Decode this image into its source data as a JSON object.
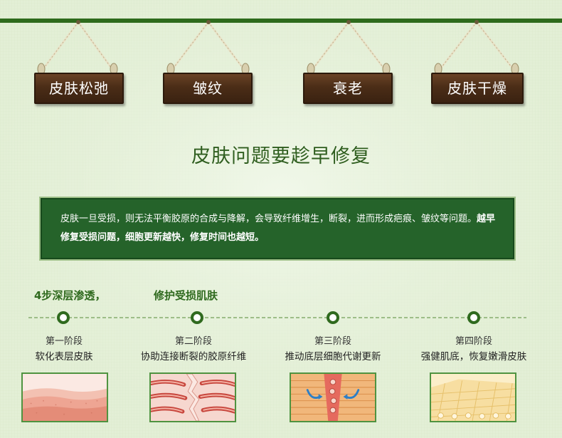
{
  "signs": [
    "皮肤松弛",
    "皱纹",
    "衰老",
    "皮肤干燥"
  ],
  "main_title": "皮肤问题要趁早修复",
  "info": {
    "part1": "皮肤一旦受损，则无法平衡胶原的合成与降解，会导致纤维增生，断裂，进而形成疤痕、皱纹等问题。",
    "part2": "越早修复受损问题，细胞更新越快，修复时间也越短。"
  },
  "steps_heading": {
    "left": "4步深层渗透，",
    "right": "修护受损肌肤"
  },
  "stages": [
    {
      "title": "第一阶段",
      "desc": "软化表层皮肤"
    },
    {
      "title": "第二阶段",
      "desc": "协助连接断裂的胶原纤维"
    },
    {
      "title": "第三阶段",
      "desc": "推动底层细胞代谢更新"
    },
    {
      "title": "第四阶段",
      "desc": "强健肌底，恢复嫩滑皮肤"
    }
  ],
  "colors": {
    "background": "#e3efd6",
    "top_bar": "#2e6b1c",
    "title": "#2f5e1f",
    "info_box": "#25632a",
    "sign_wood": "#4b2d17",
    "frame_border": "#4f9340"
  }
}
